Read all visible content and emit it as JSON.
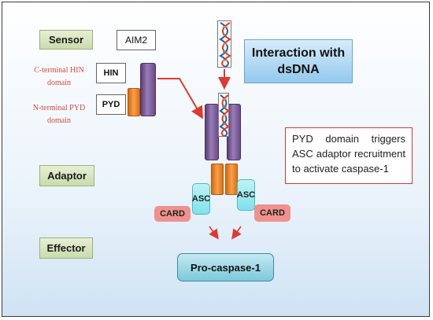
{
  "labels": {
    "sensor": "Sensor",
    "adaptor": "Adaptor",
    "effector": "Effector",
    "aim2": "AIM2",
    "hin": "HIN",
    "pyd": "PYD",
    "c_terminal": "C-terminal HIN domain",
    "n_terminal": "N-terminal PYD domain",
    "interaction_line1": "Interaction with",
    "interaction_line2": "dsDNA",
    "pyd_note": "PYD domain triggers ASC adaptor recruitment to activate caspase-1",
    "asc_left": "ASC",
    "asc_right": "ASC",
    "card_left": "CARD",
    "card_right": "CARD",
    "procaspase": "Pro-caspase-1"
  },
  "colors": {
    "arrow_red": "#e0392f",
    "purple": "#7a5a9a",
    "orange": "#f08a2a",
    "asc": "#9be8ef",
    "card": "#f0918e"
  }
}
